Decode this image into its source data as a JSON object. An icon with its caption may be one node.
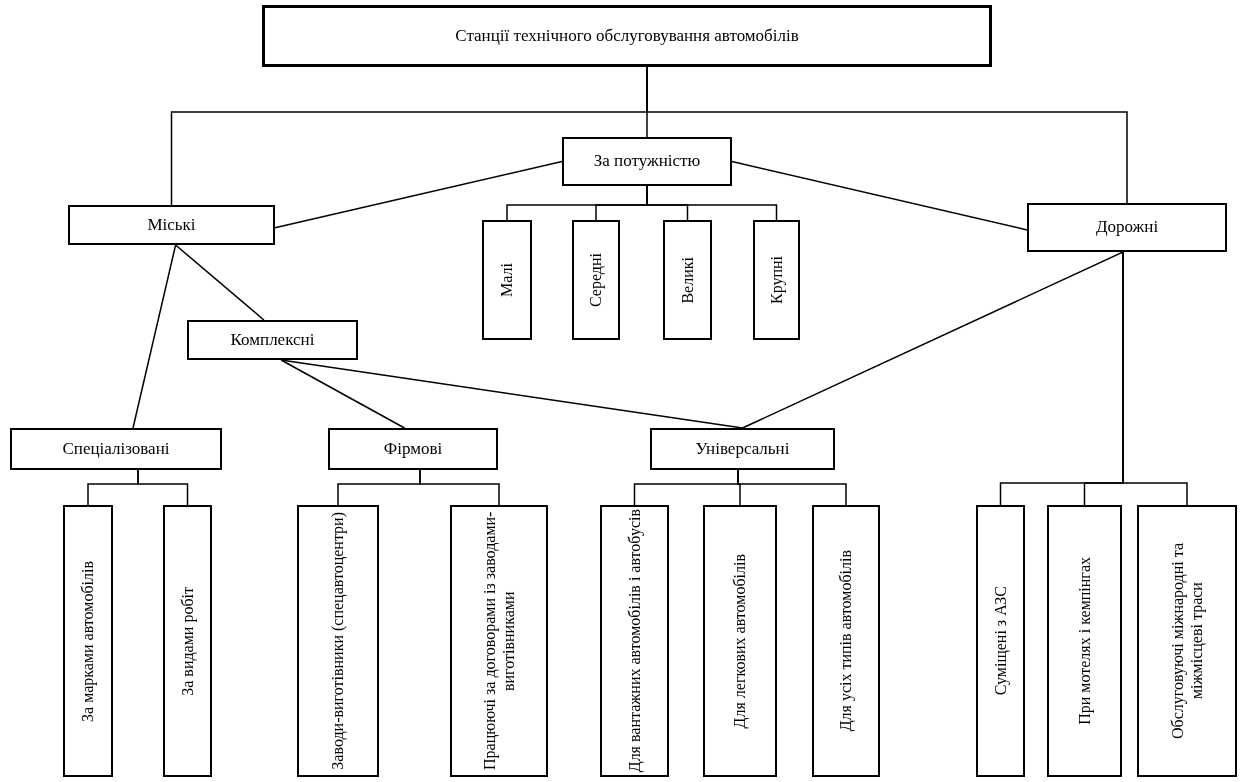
{
  "diagram": {
    "nodes": [
      {
        "text": [
          "Станції технічного обслуговування автомобілів"
        ]
      },
      {
        "text": [
          "Міські"
        ]
      },
      {
        "text": [
          "За потужністю"
        ]
      },
      {
        "text": [
          "Дорожні"
        ]
      },
      {
        "text": [
          "Малі"
        ]
      },
      {
        "text": [
          "Середні"
        ]
      },
      {
        "text": [
          "Великі"
        ]
      },
      {
        "text": [
          "Крупні"
        ]
      },
      {
        "text": [
          "Комплексні"
        ]
      },
      {
        "text": [
          "Спеціалізовані"
        ]
      },
      {
        "text": [
          "Фірмові"
        ]
      },
      {
        "text": [
          "Універсальні"
        ]
      },
      {
        "text": [
          "За марками автомобілів"
        ]
      },
      {
        "text": [
          "За видами робіт"
        ]
      },
      {
        "text": [
          "Заводи-виготівники (спецавтоцентри)"
        ]
      },
      {
        "text": [
          "Працюючі за договорами із заводами-виготівниками"
        ]
      },
      {
        "text": [
          "Для вантажних автомобілів і автобусів"
        ]
      },
      {
        "text": [
          "Для легкових автомобілів"
        ]
      },
      {
        "text": [
          "Для усіх типів автомобілів"
        ]
      },
      {
        "text": [
          "Суміщені з АЗС"
        ]
      },
      {
        "text": [
          "При мотелях і кемпінгах"
        ]
      },
      {
        "text": [
          "Обслуговуючі міжнародні та міжмісцеві траси"
        ]
      }
    ],
    "edges": [
      {
        "from": 0,
        "to": 1,
        "arrow": "none"
      },
      {
        "from": 0,
        "to": 2,
        "arrow": "none"
      },
      {
        "from": 0,
        "to": 3,
        "arrow": "none"
      },
      {
        "from": 2,
        "to": 1,
        "arrow": "none"
      },
      {
        "from": 2,
        "to": 3,
        "arrow": "none"
      },
      {
        "from": 2,
        "to": 4,
        "arrow": "none"
      },
      {
        "from": 2,
        "to": 5,
        "arrow": "none"
      },
      {
        "from": 2,
        "to": 6,
        "arrow": "none"
      },
      {
        "from": 2,
        "to": 7,
        "arrow": "none"
      },
      {
        "from": 1,
        "to": 8,
        "arrow": "none"
      },
      {
        "from": 1,
        "to": 9,
        "arrow": "none"
      },
      {
        "from": 8,
        "to": 10,
        "arrow": "none"
      },
      {
        "from": 8,
        "to": 11,
        "arrow": "none"
      },
      {
        "from": 3,
        "to": 11,
        "arrow": "none"
      },
      {
        "from": 9,
        "to": 12,
        "arrow": "none"
      },
      {
        "from": 9,
        "to": 13,
        "arrow": "none"
      },
      {
        "from": 10,
        "to": 14,
        "arrow": "none"
      },
      {
        "from": 10,
        "to": 15,
        "arrow": "none"
      },
      {
        "from": 11,
        "to": 16,
        "arrow": "none"
      },
      {
        "from": 11,
        "to": 17,
        "arrow": "none"
      },
      {
        "from": 11,
        "to": 18,
        "arrow": "none"
      },
      {
        "from": 3,
        "to": 19,
        "arrow": "none"
      },
      {
        "from": 3,
        "to": 20,
        "arrow": "none"
      },
      {
        "from": 3,
        "to": 21,
        "arrow": "none"
      }
    ]
  }
}
